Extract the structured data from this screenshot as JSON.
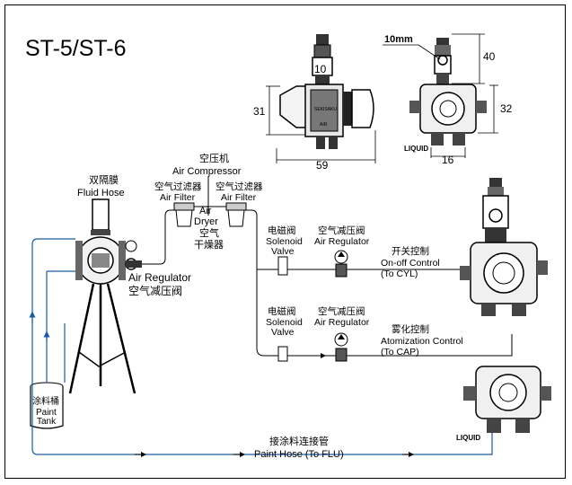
{
  "title": "ST-5/ST-6",
  "dimensions": {
    "d10_top": "10",
    "d31": "31",
    "d59": "59",
    "d10mm": "10mm",
    "d40": "40",
    "d32": "32",
    "d16": "16",
    "liquid_top": "LIQUID"
  },
  "labels": {
    "compressor_zh": "空压机",
    "compressor_en": "Air Compressor",
    "filter1_zh": "空气过滤器",
    "filter1_en": "Air Filter",
    "filter2_zh": "空气过滤器",
    "filter2_en": "Air Filter",
    "dryer_en1": "Air",
    "dryer_en2": "Dryer",
    "dryer_zh1": "空气",
    "dryer_zh2": "干燥器",
    "fluid_hose_zh": "双隔膜",
    "fluid_hose_en": "Fluid Hose",
    "regulator_main_en": "Air Regulator",
    "regulator_main_zh": "空气减压阀",
    "solenoid1_zh": "电磁阀",
    "solenoid1_en1": "Solenoid",
    "solenoid1_en2": "Valve",
    "regulator1_zh": "空气减压阀",
    "regulator1_en": "Air Regulator",
    "onoff_zh": "开关控制",
    "onoff_en": "On-off Control",
    "onoff_to": "(To CYL)",
    "solenoid2_zh": "电磁阀",
    "solenoid2_en1": "Solenoid",
    "solenoid2_en2": "Valve",
    "regulator2_zh": "空气减压阀",
    "regulator2_en": "Air Regulator",
    "atom_zh": "雾化控制",
    "atom_en": "Atomization Control",
    "atom_to": "(To CAP)",
    "tank_zh": "涂料桶",
    "tank_en1": "Paint",
    "tank_en2": "Tank",
    "paint_hose_zh": "接涂料连接管",
    "paint_hose_en": "Paint Hose (To FLU)",
    "liquid_bottom": "LIQUID",
    "valve_brand": "SEKISAKU",
    "valve_air": "AIR"
  }
}
